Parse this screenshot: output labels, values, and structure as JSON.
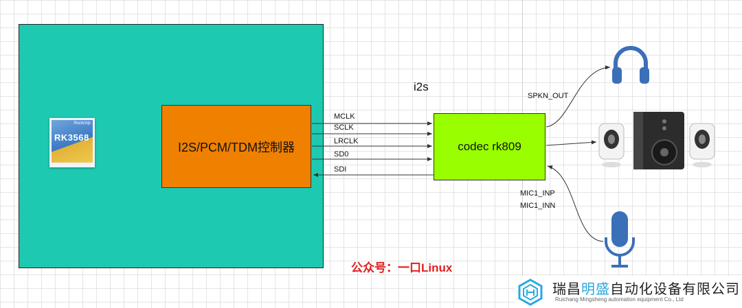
{
  "soc": {
    "chip_brand": "Rockchip",
    "chip_model": "RK3568"
  },
  "controller": {
    "label": "I2S/PCM/TDM控制器"
  },
  "codec": {
    "label": "codec rk809"
  },
  "bus_label": "i2s",
  "signals": [
    {
      "name": "MCLK",
      "direction": "to-codec"
    },
    {
      "name": "SCLK",
      "direction": "to-codec"
    },
    {
      "name": "LRCLK",
      "direction": "to-codec"
    },
    {
      "name": "SD0",
      "direction": "to-codec"
    },
    {
      "name": "SDI",
      "direction": "to-controller"
    }
  ],
  "outputs": {
    "spkn_out": "SPKN_OUT",
    "mic1_inp": "MIC1_INP",
    "mic1_inn": "MIC1_INN"
  },
  "icons": [
    "headphones-icon",
    "speakers-icon",
    "microphone-icon",
    "company-logo-icon"
  ],
  "wechat_label": "公众号：一口Linux",
  "company": {
    "name_pre": "瑞昌",
    "name_hl": "明盛",
    "name_post": "自动化设备有限公司",
    "name_en": "Ruichang Mingsheng automation equipment Co., Ltd"
  },
  "colors": {
    "soc": "#1dc9b0",
    "controller": "#f08000",
    "codec": "#99ff00",
    "icon": "#3b6fb8",
    "wechat": "#e02020",
    "company_highlight": "#29a8e0"
  }
}
